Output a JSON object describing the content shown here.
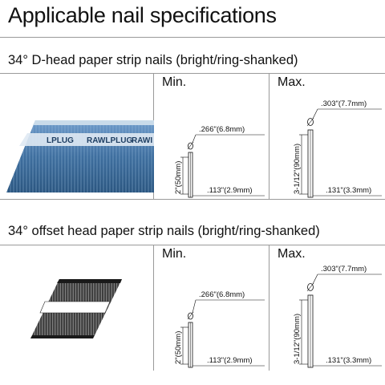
{
  "page": {
    "title": "Applicable nail specifications"
  },
  "sections": [
    {
      "title": "34° D-head paper strip nails (bright/ring-shanked)",
      "strip_brand": "RAWLPLUG",
      "strip_brand_partial": "LPLUG",
      "strip_color": "#4f7eb0",
      "min": {
        "label": "Min.",
        "head_dim": ".266\"(6.8mm)",
        "length_dim": "2\"(50mm)",
        "shank_dim": ".113\"(2.9mm)"
      },
      "max": {
        "label": "Max.",
        "head_dim": ".303\"(7.7mm)",
        "length_dim": "3-1/12\"(90mm)",
        "shank_dim": ".131\"(3.3mm)"
      }
    },
    {
      "title": "34° offset head paper strip nails (bright/ring-shanked)",
      "strip_color": "#2a2a2a",
      "min": {
        "label": "Min.",
        "head_dim": ".266\"(6.8mm)",
        "length_dim": "2\"(50mm)",
        "shank_dim": ".113\"(2.9mm)"
      },
      "max": {
        "label": "Max.",
        "head_dim": ".303\"(7.7mm)",
        "length_dim": "3-1/12\"(90mm)",
        "shank_dim": ".131\"(3.3mm)"
      }
    }
  ]
}
